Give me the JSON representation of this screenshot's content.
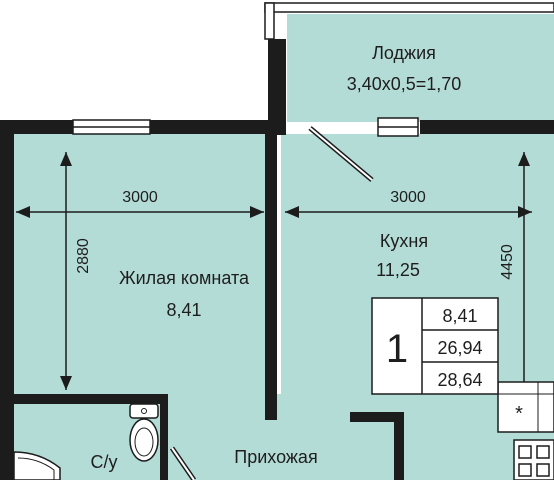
{
  "rooms": {
    "loggia": {
      "name": "Лоджия",
      "area": "3,40х0,5=1,70"
    },
    "kitchen": {
      "name": "Кухня",
      "area": "11,25"
    },
    "living": {
      "name": "Жилая комната",
      "area": "8,41"
    },
    "bathroom": {
      "name": "С/у"
    },
    "hallway": {
      "name": "Прихожая"
    }
  },
  "dimensions": {
    "living_width": "3000",
    "kitchen_width": "3000",
    "living_depth": "2880",
    "kitchen_depth": "4450"
  },
  "summary": {
    "rooms_count": "1",
    "living_area": "8,41",
    "total_area": "26,94",
    "total_with_loggia": "28,64"
  },
  "colors": {
    "floor": "#b4dcd7",
    "wall": "#1c1c1c"
  }
}
